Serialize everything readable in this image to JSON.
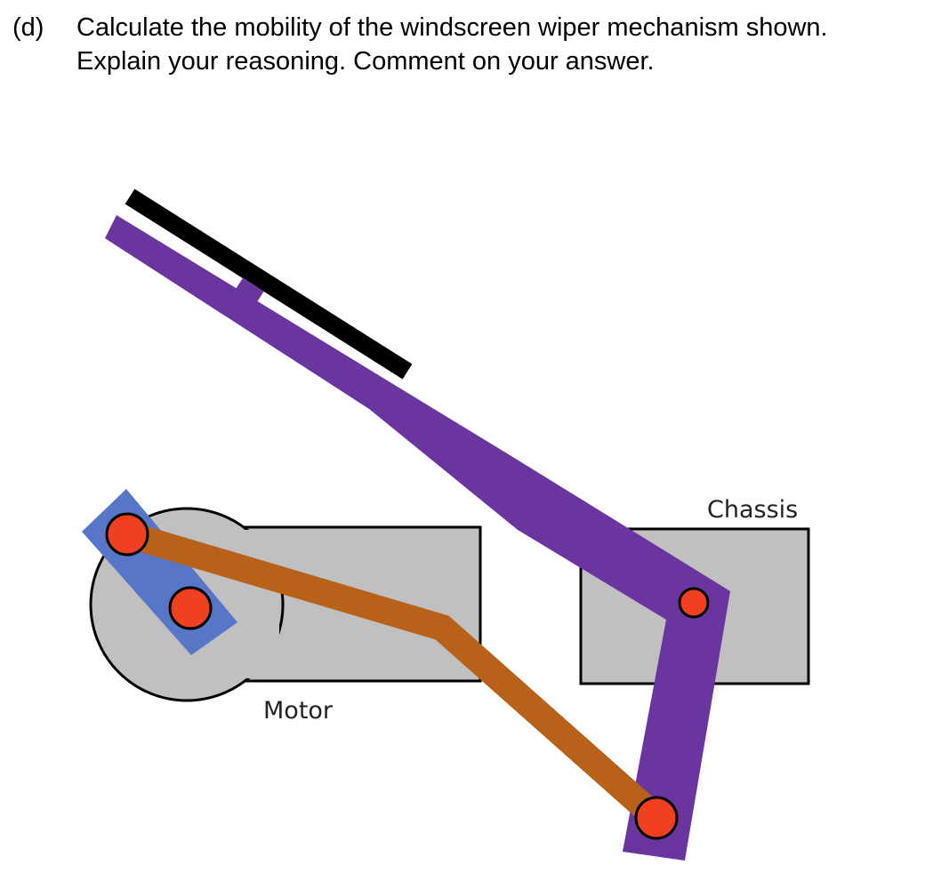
{
  "question": {
    "label": "(d)",
    "line1": "Calculate the mobility of the windscreen wiper mechanism shown.",
    "line2": "Explain your reasoning.  Comment on your answer."
  },
  "diagram": {
    "chassis_label": "Chassis",
    "motor_label": "Motor"
  },
  "colors": {
    "body_fill": "#c0c0c0",
    "outline": "#000000",
    "wiper_blade": "#000000",
    "wiper_arm": "#6b35a0",
    "connecting_rod": "#b8611a",
    "crank": "#5876c8",
    "joint_fill": "#f04020"
  }
}
